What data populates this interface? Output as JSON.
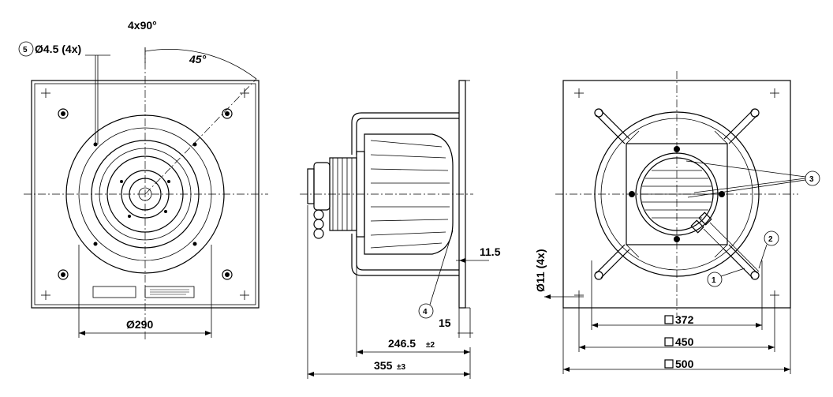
{
  "drawing": {
    "front": {
      "angle_total": "4x90°",
      "angle_45": "45°",
      "callout_5": "5",
      "hole_label": "Ø4.5 (4x)",
      "diameter": "Ø290"
    },
    "side": {
      "callout_4": "4",
      "dim_11_5": "11.5",
      "dim_15": "15",
      "dim_246_main": "246.5",
      "dim_246_tol": "±2",
      "dim_355_main": "355",
      "dim_355_tol": "±3"
    },
    "rear": {
      "hole_label": "Ø11 (4x)",
      "callout_1": "1",
      "callout_2": "2",
      "callout_3": "3",
      "sq_372": "372",
      "sq_450": "450",
      "sq_500": "500"
    }
  }
}
